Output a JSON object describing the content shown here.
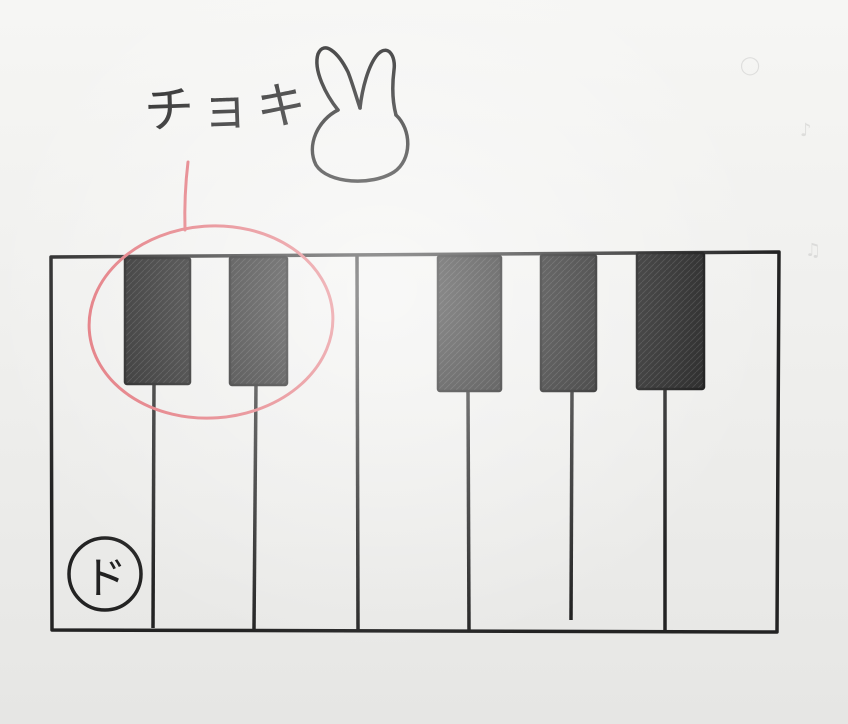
{
  "annotation": {
    "label": "チョキ",
    "icon": "rabbit-icon",
    "highlight_color": "#e2737a"
  },
  "keyboard": {
    "start_note_label": "ド",
    "white_key_count": 7,
    "black_key_count": 5,
    "ink_color": "#232323"
  }
}
